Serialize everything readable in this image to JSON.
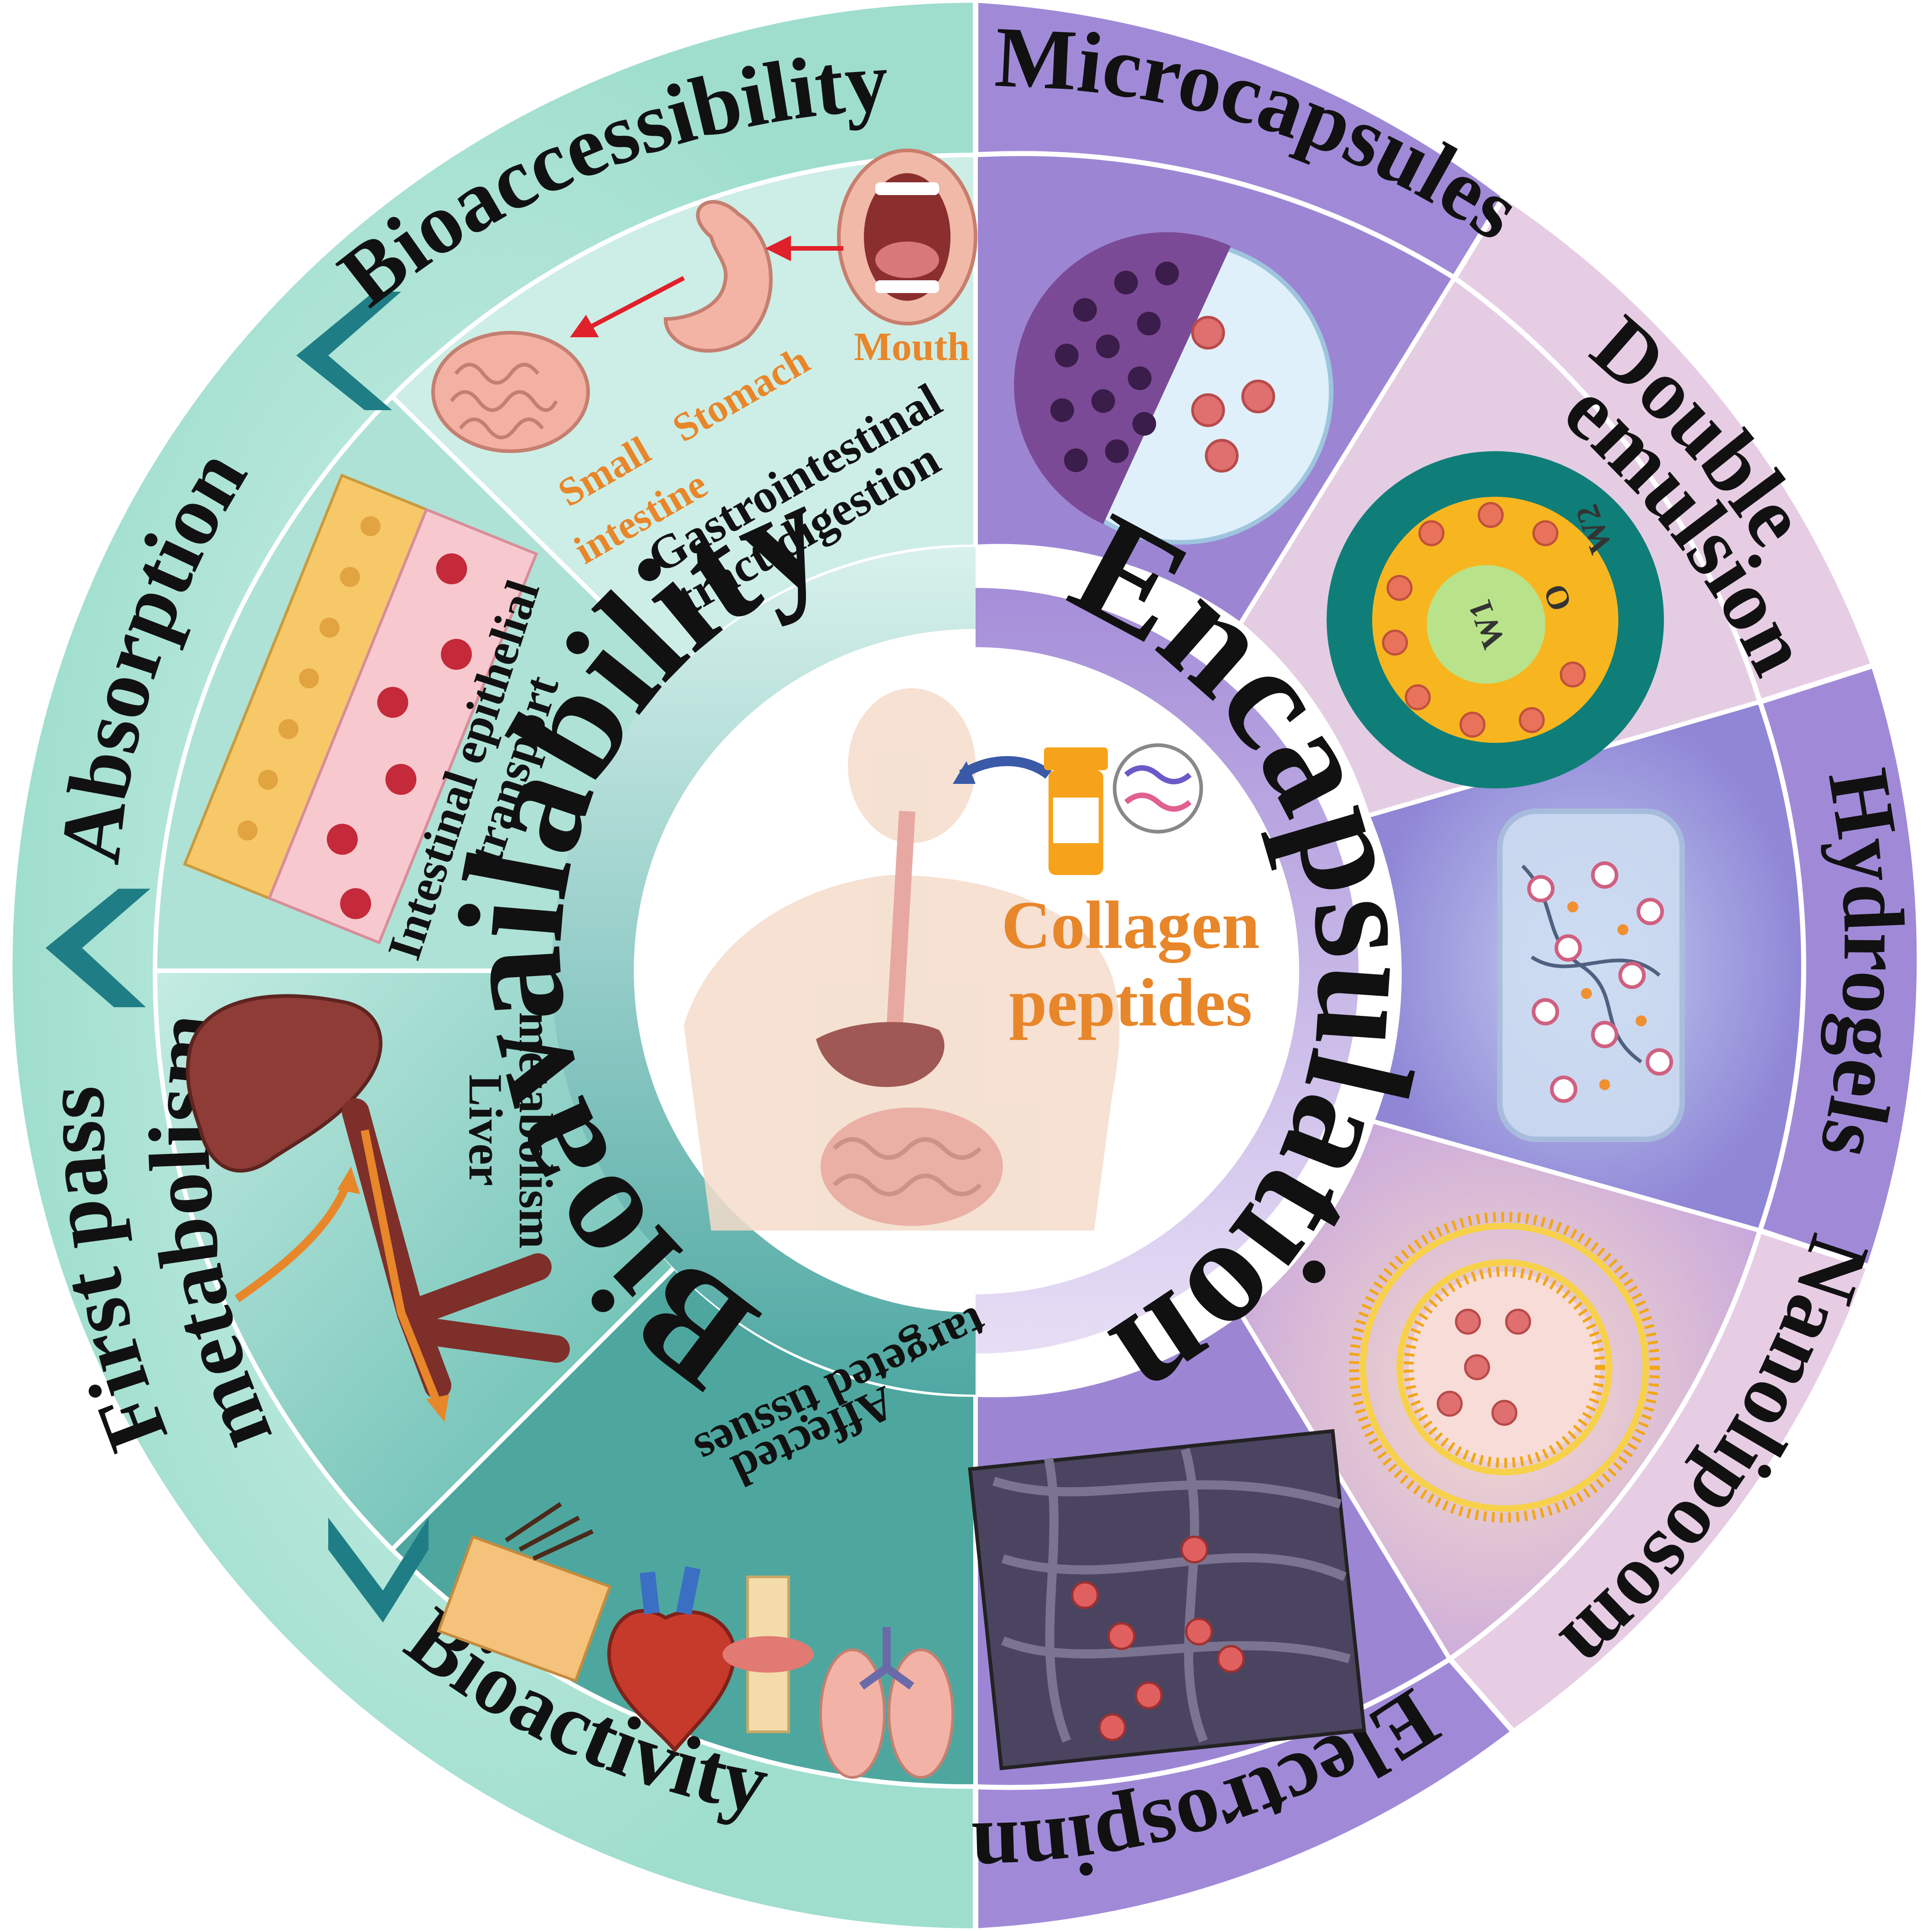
{
  "outer_ring": {
    "bioaccessibility": "Bioaccessibility",
    "absorption": "Absorption",
    "first_pass_line1": "First pass",
    "first_pass_line2": "metabolism",
    "bioactivity": "Bioactivity",
    "microcapsules": "Microcapsules",
    "double_line1": "Double",
    "double_line2": "emulsions",
    "hydrogels": "Hydrogels",
    "nanoliposomes": "Nanoliposomes",
    "electrospinning": "Electrospinning"
  },
  "middle_ring": {
    "digestion_line1": "Gastrointestinal",
    "digestion_line2": "tract digestion",
    "organ_mouth": "Mouth",
    "organ_stomach": "Stomach",
    "organ_small1": "Small",
    "organ_small2": "intestine",
    "transport_line1": "Intestinal epithelial",
    "transport_line2": "transport",
    "liver_line1": "Liver",
    "liver_line2": "metabolism",
    "tissues_line1": "Affected",
    "tissues_line2": "targeted tissues"
  },
  "emulsion_phases": {
    "w1": "W1",
    "o": "O",
    "w2": "W2"
  },
  "inner_ring": {
    "bioavailability": "Bioavailability",
    "encapsulation": "Encapsulation"
  },
  "center": {
    "line1": "Collagen",
    "line2": "peptides"
  },
  "colors": {
    "teal_light": "#c9efe4",
    "teal_mid": "#8fd8c8",
    "teal_dark": "#4aa8a0",
    "purple": "#a58ed8",
    "pink_lilac": "#e6cde4",
    "orange": "#e8862a",
    "chevron": "#1f7d86"
  }
}
